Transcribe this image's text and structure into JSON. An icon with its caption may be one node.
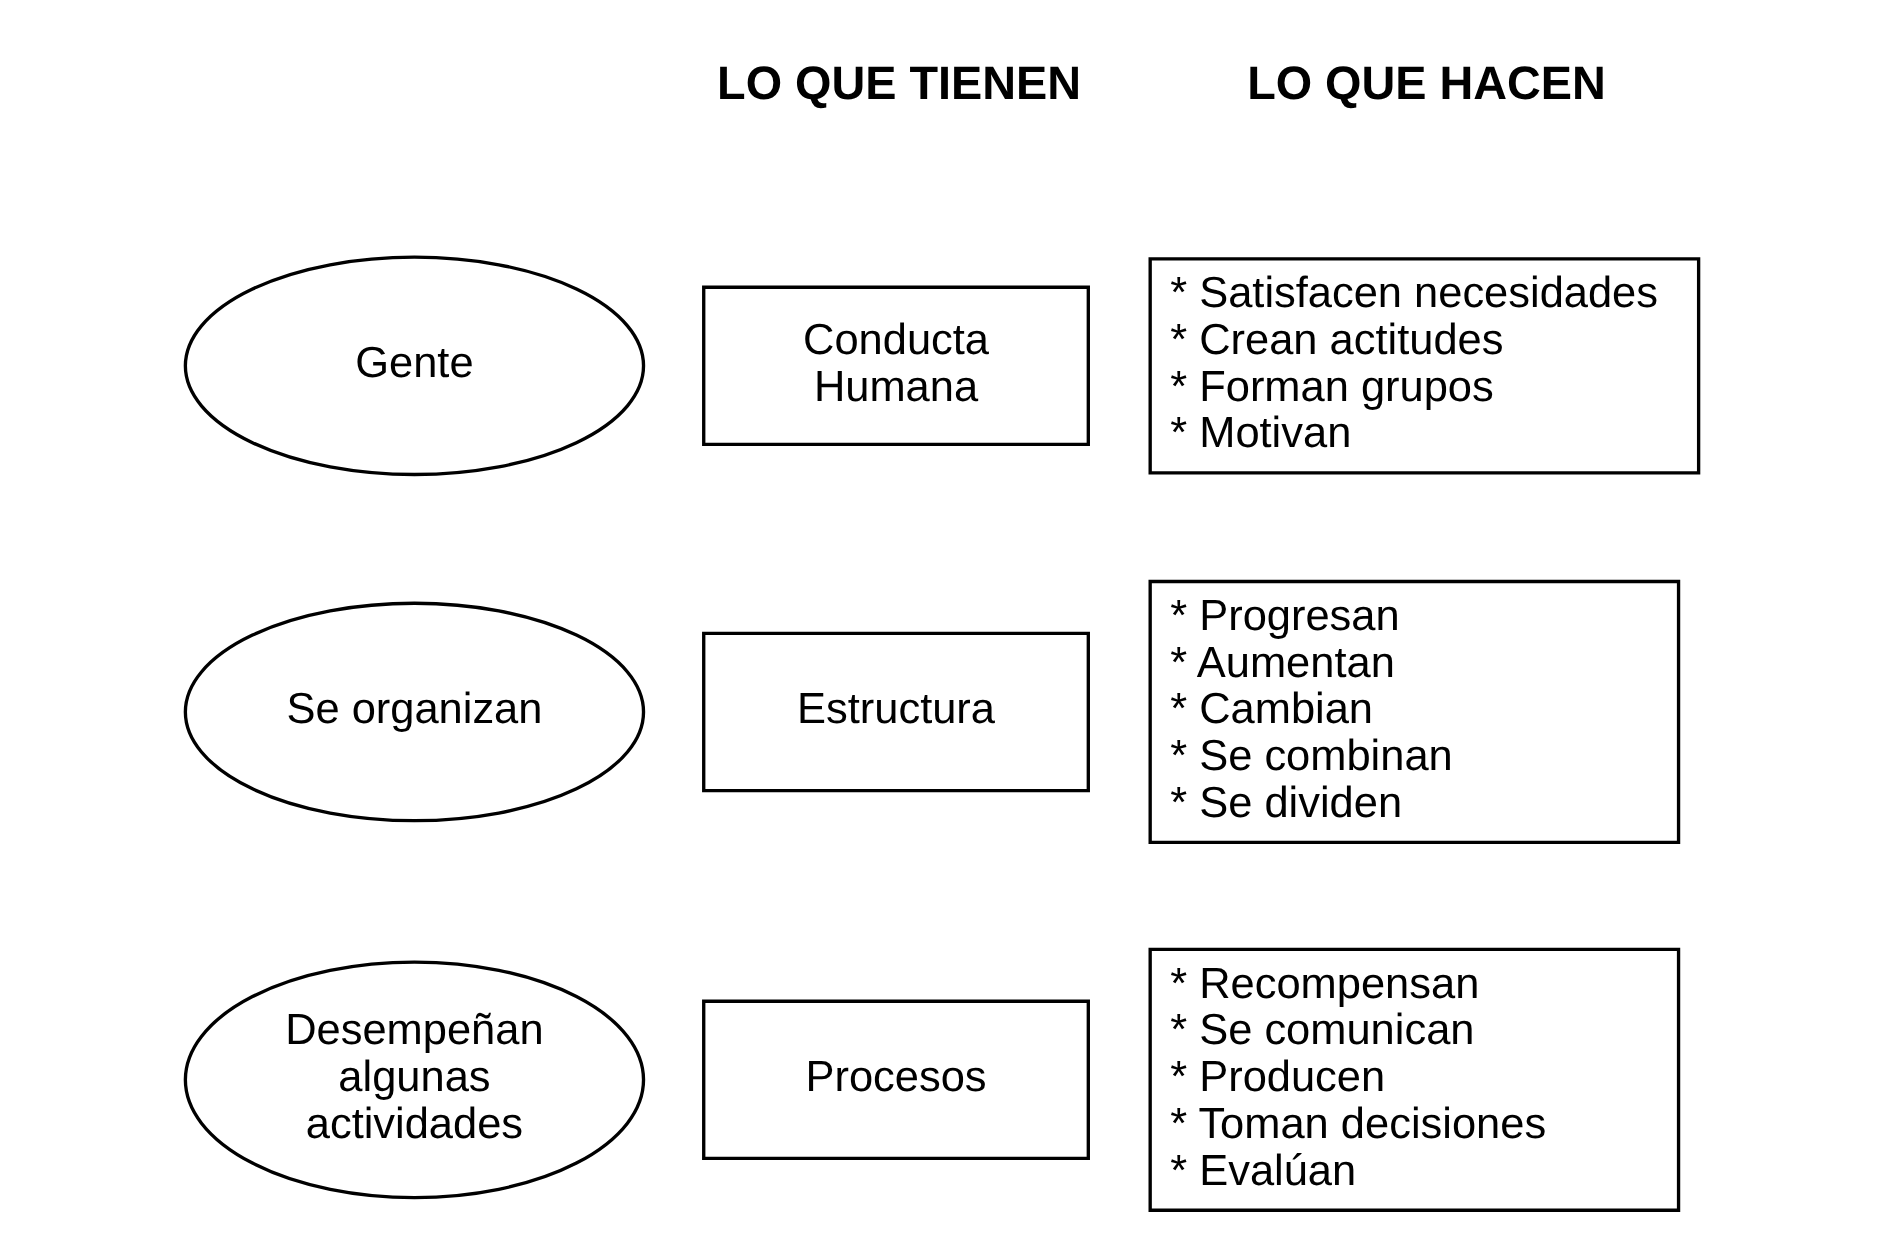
{
  "diagram": {
    "nodes": [
      {
        "text": [
          "Gente"
        ]
      },
      {
        "text": [
          "Conducta Humana"
        ]
      },
      {
        "text": [
          "* Satisfacen necesidades",
          "* Crean actitudes",
          "* Forman grupos",
          "* Motivan"
        ]
      },
      {
        "text": [
          "Se organizan"
        ]
      },
      {
        "text": [
          "Estructura"
        ]
      },
      {
        "text": [
          "* Progresan",
          "* Aumentan",
          "* Cambian",
          "* Se combinan",
          "* Se dividen"
        ]
      },
      {
        "text": [
          "Desempeñan algunas actividades"
        ]
      },
      {
        "text": [
          "Procesos"
        ]
      },
      {
        "text": [
          "* Recompensan",
          "* Se comunican",
          "* Producen",
          "* Toman decisiones",
          "* Evalúan"
        ]
      }
    ],
    "edges": [],
    "labels": [
      "LO QUE TIENEN",
      "LO QUE HACEN"
    ]
  }
}
